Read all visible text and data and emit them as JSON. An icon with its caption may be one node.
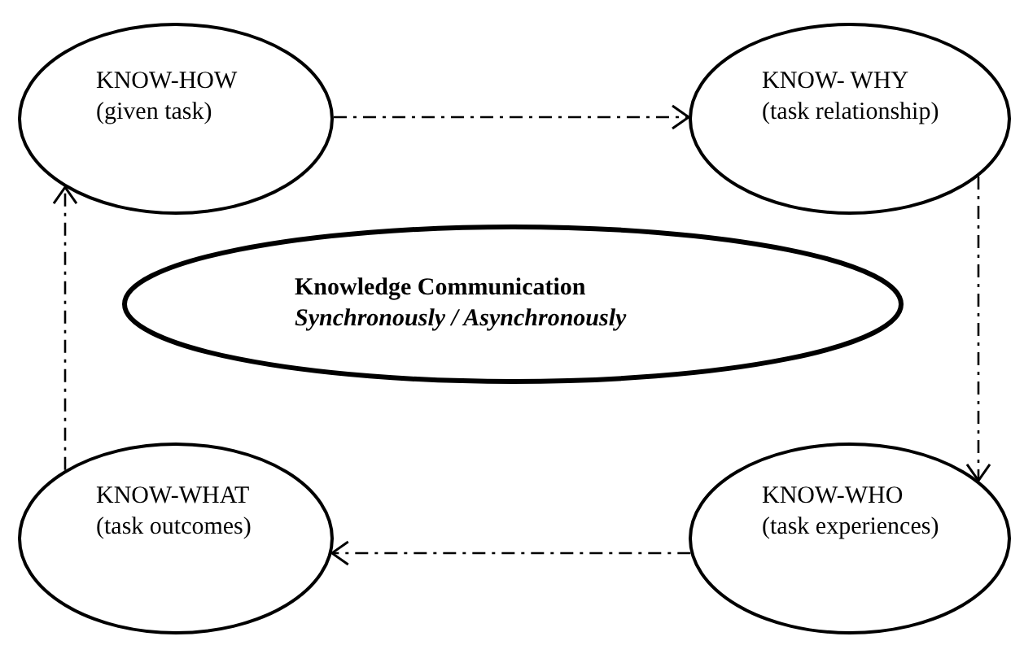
{
  "diagram": {
    "nodes": [
      {
        "text": [
          "KNOW-HOW",
          "(given task)"
        ]
      },
      {
        "text": [
          "KNOW- WHY",
          "(task relationship)"
        ]
      },
      {
        "text": [
          "Knowledge Communication",
          "Synchronously / Asynchronously"
        ]
      },
      {
        "text": [
          "KNOW-WHAT",
          "(task outcomes)"
        ]
      },
      {
        "text": [
          "KNOW-WHO",
          "(task experiences)"
        ]
      }
    ],
    "edges": [
      {
        "from": 0,
        "to": 1,
        "arrow": "to",
        "style": "dashed"
      },
      {
        "from": 1,
        "to": 4,
        "arrow": "to",
        "style": "dashed"
      },
      {
        "from": 4,
        "to": 3,
        "arrow": "to",
        "style": "dashed"
      },
      {
        "from": 3,
        "to": 0,
        "arrow": "to",
        "style": "dashed"
      }
    ]
  }
}
